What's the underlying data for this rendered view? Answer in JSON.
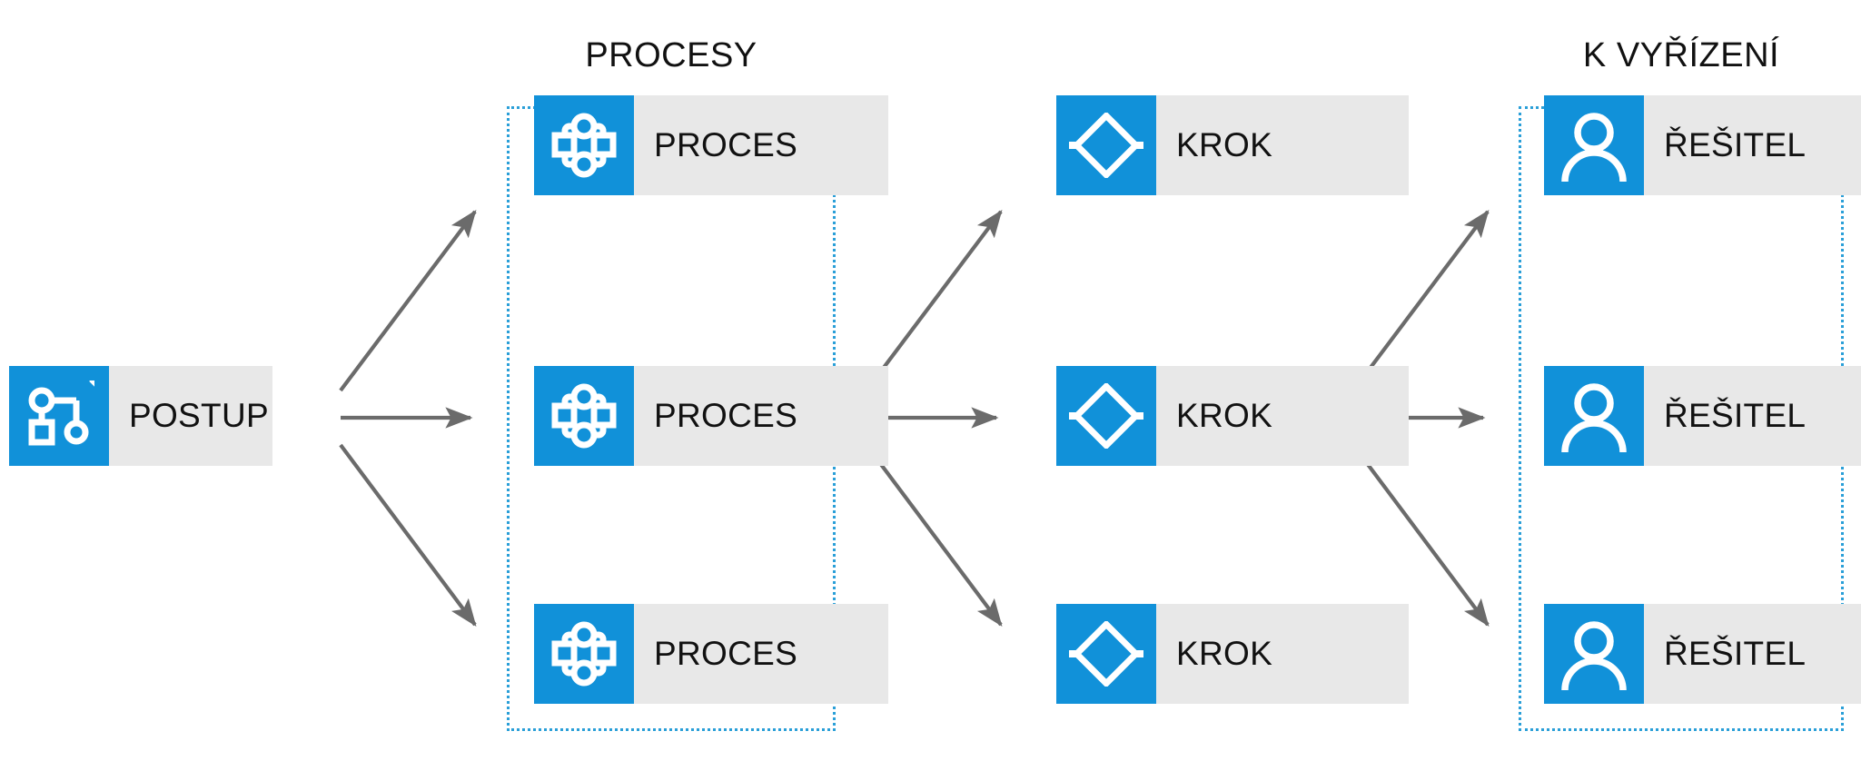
{
  "diagram": {
    "groups": [
      {
        "id": "procesy",
        "title": "PROCESY"
      },
      {
        "id": "kvyrizeni",
        "title": "K VYŘÍZENÍ"
      }
    ],
    "columns": [
      {
        "id": "postup",
        "nodes": [
          {
            "label": "POSTUP",
            "icon": "workflow-icon"
          }
        ]
      },
      {
        "id": "procesy",
        "nodes": [
          {
            "label": "PROCES",
            "icon": "process-icon"
          },
          {
            "label": "PROCES",
            "icon": "process-icon"
          },
          {
            "label": "PROCES",
            "icon": "process-icon"
          }
        ]
      },
      {
        "id": "kroky",
        "nodes": [
          {
            "label": "KROK",
            "icon": "step-diamond-icon"
          },
          {
            "label": "KROK",
            "icon": "step-diamond-icon"
          },
          {
            "label": "KROK",
            "icon": "step-diamond-icon"
          }
        ]
      },
      {
        "id": "resitele",
        "nodes": [
          {
            "label": "ŘEŠITEL",
            "icon": "person-icon"
          },
          {
            "label": "ŘEŠITEL",
            "icon": "person-icon"
          },
          {
            "label": "ŘEŠITEL",
            "icon": "person-icon"
          }
        ]
      }
    ],
    "colors": {
      "accent_blue": "#1191d9",
      "label_gray": "#e8e8e8",
      "arrow_gray": "#6b6b6b",
      "dotted_border": "#2a9fd8",
      "text": "#111111",
      "background": "#ffffff"
    }
  }
}
